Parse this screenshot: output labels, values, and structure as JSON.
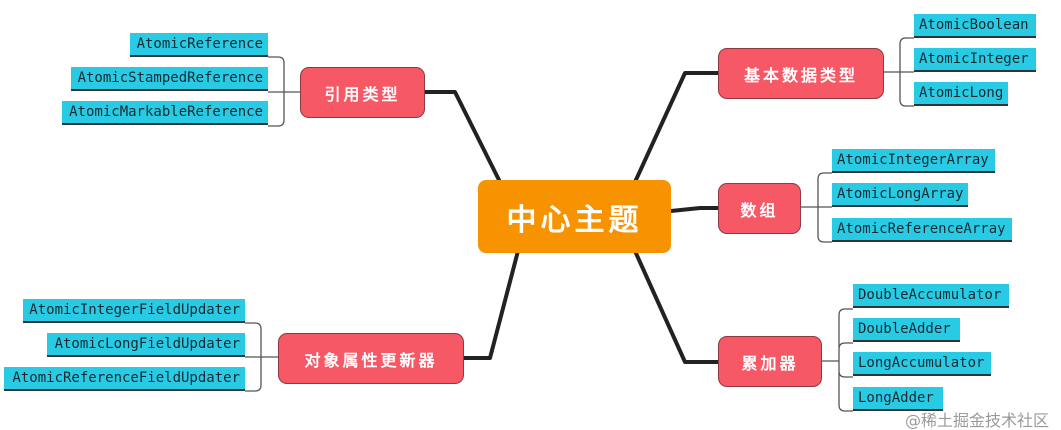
{
  "center": "中心主题",
  "topics": {
    "ref": {
      "label": "引用类型",
      "leaves": [
        "AtomicReference",
        "AtomicStampedReference",
        "AtomicMarkableReference"
      ]
    },
    "basic": {
      "label": "基本数据类型",
      "leaves": [
        "AtomicBoolean",
        "AtomicInteger",
        "AtomicLong"
      ]
    },
    "array": {
      "label": "数组",
      "leaves": [
        "AtomicIntegerArray",
        "AtomicLongArray",
        "AtomicReferenceArray"
      ]
    },
    "adder": {
      "label": "累加器",
      "leaves": [
        "DoubleAccumulator",
        "DoubleAdder",
        "LongAccumulator",
        "LongAdder"
      ]
    },
    "field": {
      "label": "对象属性更新器",
      "leaves": [
        "AtomicIntegerFieldUpdater",
        "AtomicLongFieldUpdater",
        "AtomicReferenceFieldUpdater"
      ]
    }
  },
  "watermark": "@稀土掘金技术社区",
  "colors": {
    "center": "#f79300",
    "topic": "#f65866",
    "leaf": "#29cbe4"
  }
}
